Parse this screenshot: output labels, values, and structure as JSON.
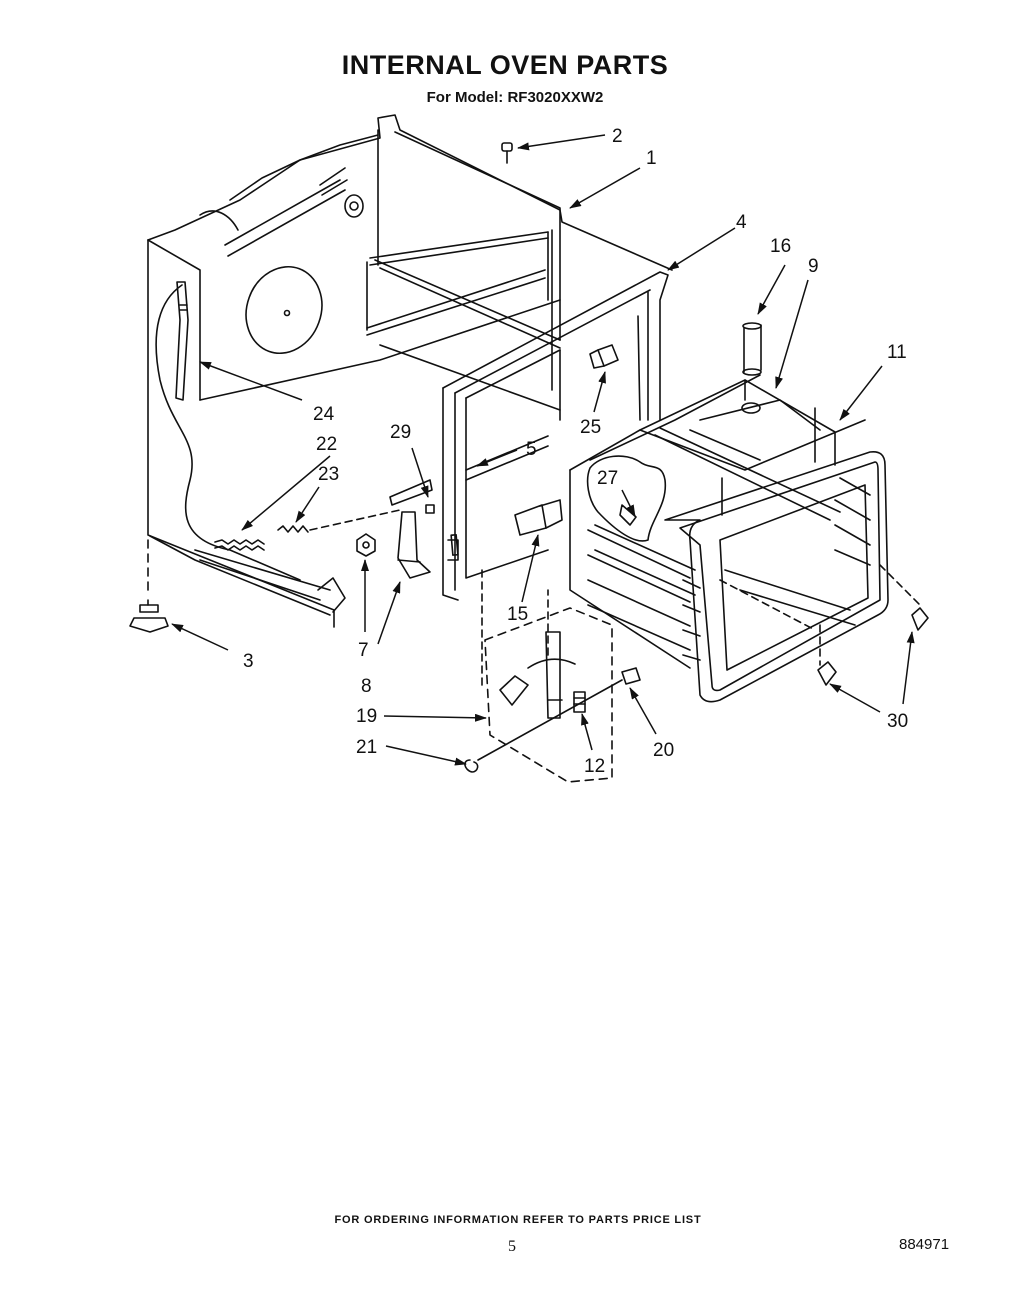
{
  "header": {
    "title": "INTERNAL OVEN PARTS",
    "subtitle": "For Model: RF3020XXW2"
  },
  "parts": [
    {
      "id": "p1",
      "label": "1"
    },
    {
      "id": "p2",
      "label": "2"
    },
    {
      "id": "p3",
      "label": "3"
    },
    {
      "id": "p4",
      "label": "4"
    },
    {
      "id": "p5",
      "label": "5"
    },
    {
      "id": "p7",
      "label": "7"
    },
    {
      "id": "p8",
      "label": "8"
    },
    {
      "id": "p9",
      "label": "9"
    },
    {
      "id": "p11",
      "label": "11"
    },
    {
      "id": "p12",
      "label": "12"
    },
    {
      "id": "p15",
      "label": "15"
    },
    {
      "id": "p16",
      "label": "16"
    },
    {
      "id": "p19",
      "label": "19"
    },
    {
      "id": "p20",
      "label": "20"
    },
    {
      "id": "p21",
      "label": "21"
    },
    {
      "id": "p22",
      "label": "22"
    },
    {
      "id": "p23",
      "label": "23"
    },
    {
      "id": "p24",
      "label": "24"
    },
    {
      "id": "p25",
      "label": "25"
    },
    {
      "id": "p27",
      "label": "27"
    },
    {
      "id": "p29",
      "label": "29"
    },
    {
      "id": "p30",
      "label": "30"
    }
  ],
  "footer": {
    "ordering_note": "FOR ORDERING INFORMATION REFER TO PARTS PRICE LIST",
    "page_number": "5",
    "document_number": "884971"
  }
}
